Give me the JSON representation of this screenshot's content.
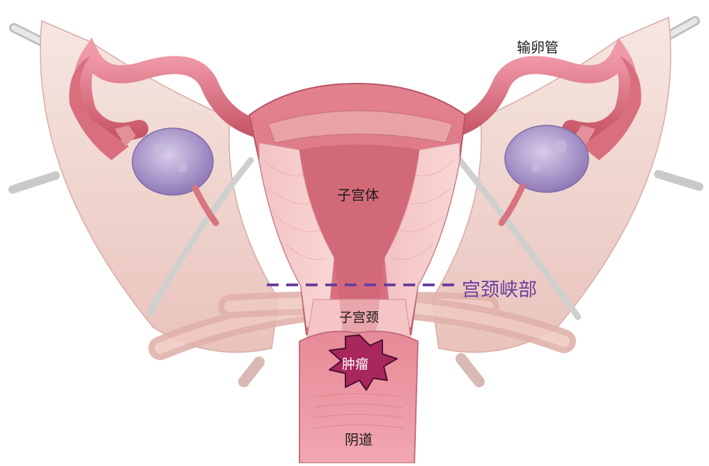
{
  "labels": {
    "fallopian_tube": "输卵管",
    "uterine_body": "子宫体",
    "isthmus": "宫颈峡部",
    "cervix": "子宫颈",
    "tumor": "肿瘤",
    "vagina": "阴道"
  },
  "colors": {
    "tissue": "#e7a3ac",
    "ovary": "#a995c9",
    "ligament": "#f3dcd6",
    "tumor_fill": "#a8275c",
    "isthmus_line": "#6a3f9e"
  }
}
